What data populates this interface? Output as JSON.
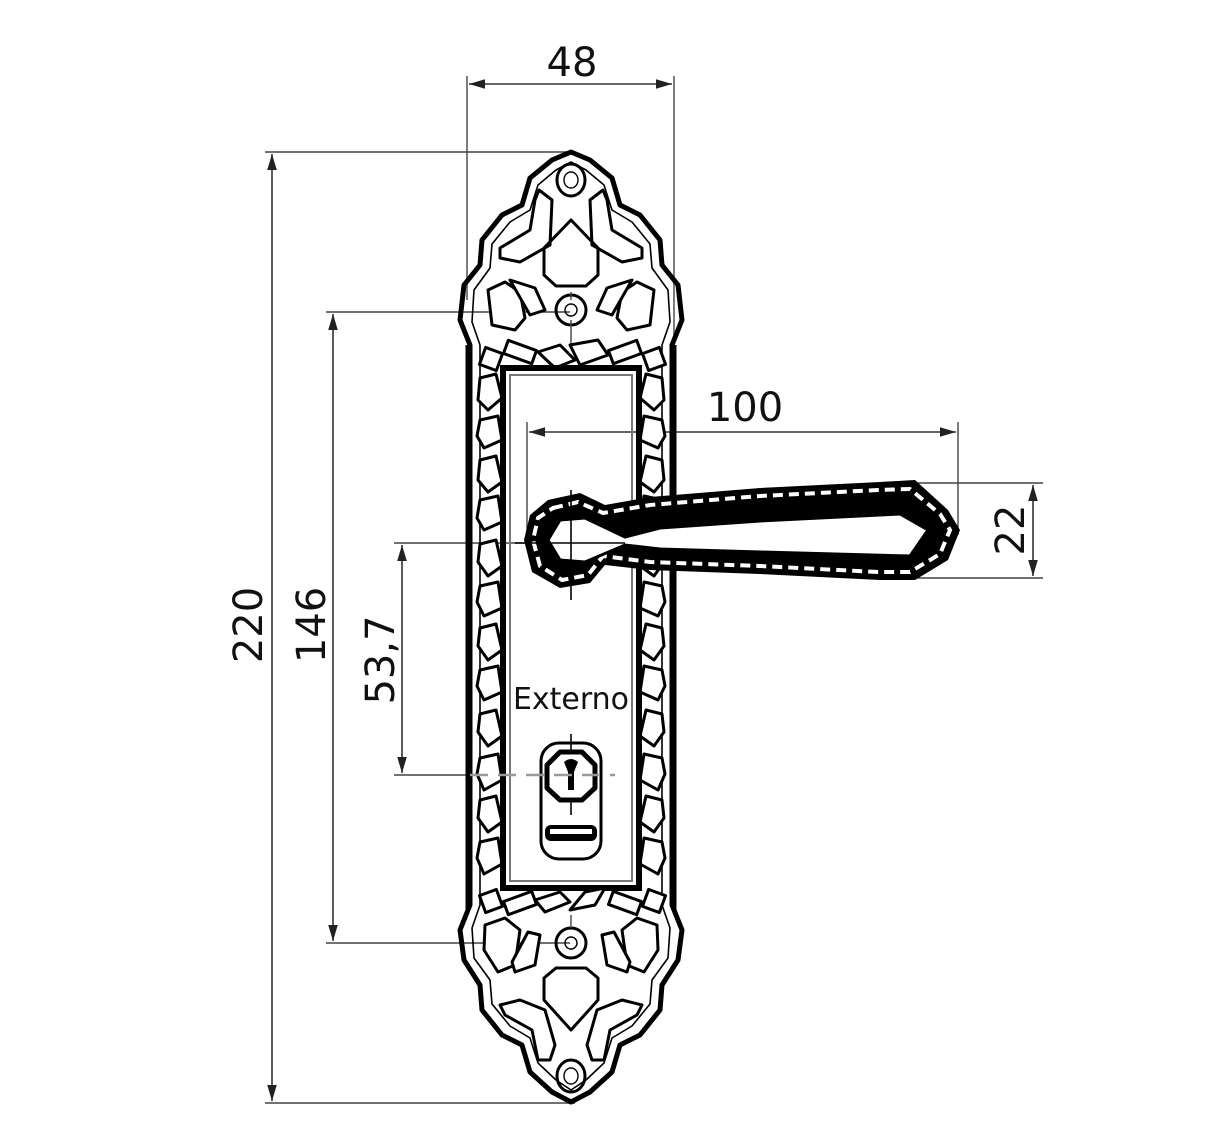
{
  "drawing": {
    "subject": "Door lever handle on decorative backplate with key cylinder",
    "colors": {
      "line": "#000000",
      "dimension": "#333333",
      "centerline": "#999999",
      "background": "#ffffff"
    },
    "label": "Externo",
    "dimensions": {
      "plate_width": "48",
      "plate_height": "220",
      "screw_spacing": "146",
      "handle_to_cylinder": "53,7",
      "handle_length": "100",
      "handle_width": "22"
    }
  }
}
